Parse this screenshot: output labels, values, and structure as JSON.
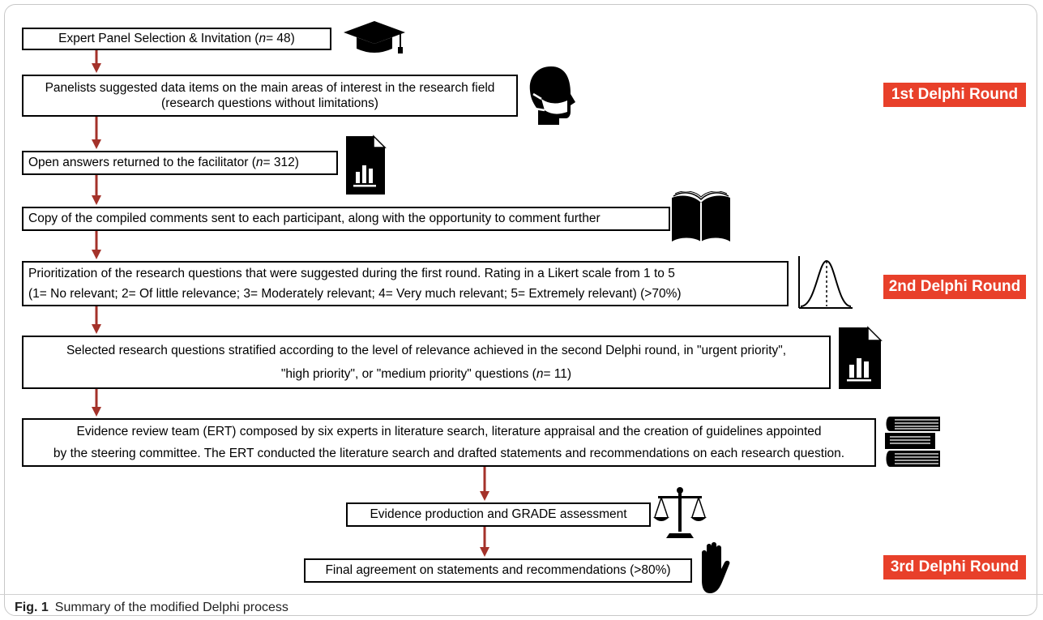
{
  "steps": [
    {
      "lines": [
        "Expert Panel Selection & Invitation (",
        "n",
        "= 48)"
      ]
    },
    {
      "line1": "Panelists suggested data items on the main areas of interest in the research field",
      "line2": "(research questions without limitations)"
    },
    {
      "prefix": "Open answers returned to the facilitator (",
      "n": "n",
      "suffix": "= 312)"
    },
    {
      "text": "Copy of the compiled comments sent to each participant, along with the opportunity to comment further"
    },
    {
      "line1": "Prioritization of the research questions that were suggested during the first round. Rating in a Likert scale from 1 to 5",
      "line2": "(1= No relevant; 2= Of little relevance; 3= Moderately relevant; 4= Very much relevant; 5= Extremely relevant) (>70%)"
    },
    {
      "line1": "Selected research questions stratified according to the level of relevance achieved in the second Delphi round, in \"urgent priority\",",
      "line2_prefix": "\"high priority\", or \"medium priority\" questions (",
      "n": "n",
      "line2_suffix": "= 11)"
    },
    {
      "line1": "Evidence review team (ERT) composed by six experts in literature search, literature appraisal and the creation of guidelines appointed",
      "line2": "by the steering committee. The ERT conducted the literature search and drafted statements and recommendations on each research question."
    },
    {
      "text": "Evidence production and GRADE assessment"
    },
    {
      "text": "Final agreement on statements and recommendations (>80%)"
    }
  ],
  "rounds": {
    "first": "1st Delphi Round",
    "second": "2nd Delphi Round",
    "third": "3rd Delphi Round"
  },
  "caption": {
    "label": "Fig. 1",
    "text": "Summary of the modified Delphi process"
  },
  "colors": {
    "arrow": "#a4322a",
    "round_badge": "#e8402a"
  },
  "icons": [
    "graduation-cap-icon",
    "masked-head-icon",
    "document-chart-icon",
    "open-book-icon",
    "bell-curve-icon",
    "document-chart-icon",
    "book-stack-icon",
    "scales-icon",
    "raised-hand-icon"
  ]
}
